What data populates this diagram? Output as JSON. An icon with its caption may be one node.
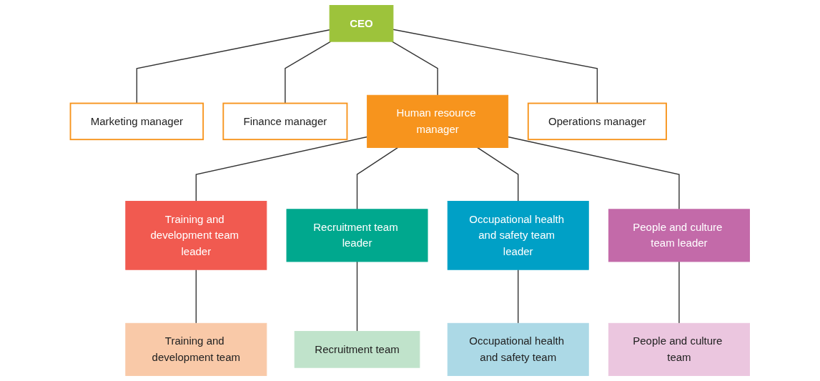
{
  "diagram": {
    "nodes": [
      {
        "text": [
          "CEO"
        ]
      },
      {
        "text": [
          "Marketing manager"
        ]
      },
      {
        "text": [
          "Finance manager"
        ]
      },
      {
        "text": [
          "Human resource manager"
        ]
      },
      {
        "text": [
          "Operations manager"
        ]
      },
      {
        "text": [
          "Training and development team leader"
        ]
      },
      {
        "text": [
          "Recruitment team leader"
        ]
      },
      {
        "text": [
          "Occupational health and safety team leader"
        ]
      },
      {
        "text": [
          "People and culture team leader"
        ]
      },
      {
        "text": [
          "Training and development team"
        ]
      },
      {
        "text": [
          "Recruitment team"
        ]
      },
      {
        "text": [
          "Occupational health and safety team"
        ]
      },
      {
        "text": [
          "People and culture team"
        ]
      }
    ],
    "edges": [
      {
        "from": 0,
        "to": 1,
        "arrow": "none"
      },
      {
        "from": 0,
        "to": 2,
        "arrow": "none"
      },
      {
        "from": 0,
        "to": 3,
        "arrow": "none"
      },
      {
        "from": 0,
        "to": 4,
        "arrow": "none"
      },
      {
        "from": 3,
        "to": 5,
        "arrow": "none"
      },
      {
        "from": 3,
        "to": 6,
        "arrow": "none"
      },
      {
        "from": 3,
        "to": 7,
        "arrow": "none"
      },
      {
        "from": 3,
        "to": 8,
        "arrow": "none"
      },
      {
        "from": 5,
        "to": 9,
        "arrow": "none"
      },
      {
        "from": 6,
        "to": 10,
        "arrow": "none"
      },
      {
        "from": 7,
        "to": 11,
        "arrow": "none"
      },
      {
        "from": 8,
        "to": 12,
        "arrow": "none"
      }
    ]
  }
}
